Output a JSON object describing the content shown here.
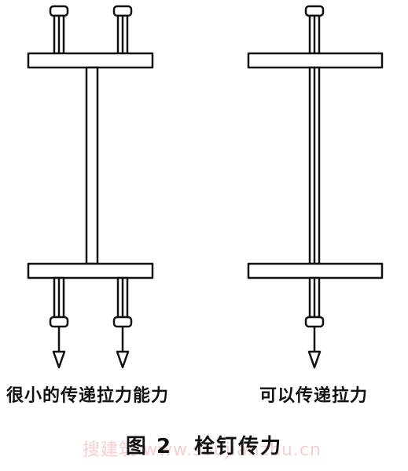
{
  "captions": {
    "left": "很小的传递拉力能力",
    "right": "可以传递拉力"
  },
  "figure_title": "图 2　栓钉传力",
  "watermark": "搜建筑 www.soujianzhu.cn"
}
